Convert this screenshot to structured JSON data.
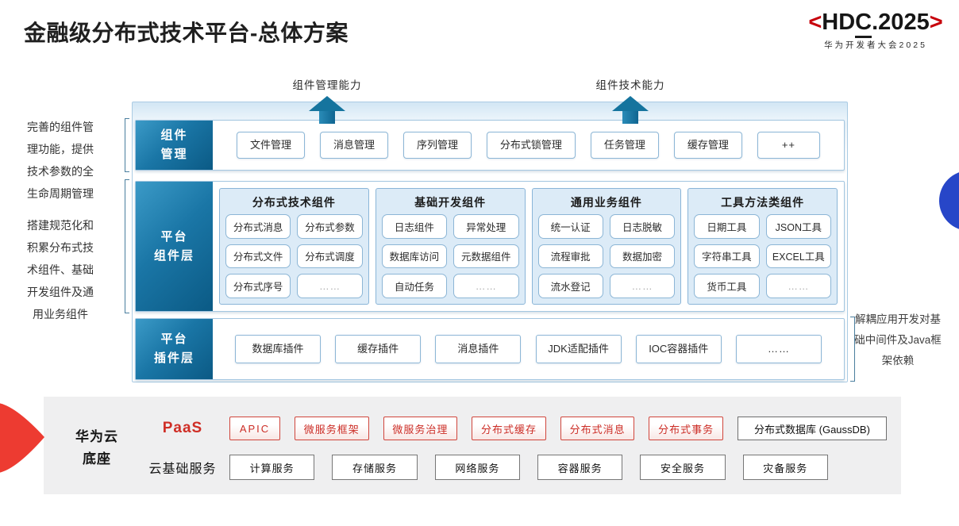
{
  "page": {
    "title": "金融级分布式技术平台-总体方案"
  },
  "logo": {
    "bracket_left": "<",
    "text_pre": "HD",
    "text_c": "C",
    "text_post": ".2025",
    "bracket_right": ">",
    "subtitle": "华为开发者大会2025"
  },
  "arrows": [
    {
      "label": "组件管理能力"
    },
    {
      "label": "组件技术能力"
    }
  ],
  "left_notes": [
    "完善的组件管理功能，提供技术参数的全生命周期管理",
    "搭建规范化和积累分布式技术组件、基础开发组件及通用业务组件"
  ],
  "right_note": "解耦应用开发对基础中间件及Java框架依赖",
  "rows": {
    "component_mgmt": {
      "label_lines": [
        "组件",
        "管理"
      ],
      "chips": [
        "文件管理",
        "消息管理",
        "序列管理",
        "分布式锁管理",
        "任务管理",
        "缓存管理",
        "++"
      ]
    },
    "platform_components": {
      "label_lines": [
        "平台",
        "组件层"
      ],
      "groups": [
        {
          "title": "分布式技术组件",
          "chips": [
            "分布式消息",
            "分布式参数",
            "分布式文件",
            "分布式调度",
            "分布式序号",
            "……"
          ]
        },
        {
          "title": "基础开发组件",
          "chips": [
            "日志组件",
            "异常处理",
            "数据库访问",
            "元数据组件",
            "自动任务",
            "……"
          ]
        },
        {
          "title": "通用业务组件",
          "chips": [
            "统一认证",
            "日志脱敏",
            "流程审批",
            "数据加密",
            "流水登记",
            "……"
          ]
        },
        {
          "title": "工具方法类组件",
          "chips": [
            "日期工具",
            "JSON工具",
            "字符串工具",
            "EXCEL工具",
            "货币工具",
            "……"
          ]
        }
      ]
    },
    "platform_plugins": {
      "label_lines": [
        "平台",
        "插件层"
      ],
      "chips": [
        "数据库插件",
        "缓存插件",
        "消息插件",
        "JDK适配插件",
        "IOC容器插件",
        "……"
      ]
    }
  },
  "foundation": {
    "brand_lines": [
      "华为云",
      "底座"
    ],
    "paas": {
      "label": "PaaS",
      "chips": [
        "APIC",
        "微服务框架",
        "微服务治理",
        "分布式缓存",
        "分布式消息",
        "分布式事务"
      ],
      "neutral_chip": "分布式数据库 (GaussDB)"
    },
    "iaas": {
      "label": "云基础服务",
      "chips": [
        "计算服务",
        "存储服务",
        "网络服务",
        "容器服务",
        "安全服务",
        "灾备服务"
      ]
    }
  },
  "colors": {
    "huawei_red": "#C7000B",
    "teal_arrow": "#15749E",
    "deep_blue_label": "#0B5A85",
    "light_blue_panel": "#DCEBF7",
    "chip_border_blue": "#8CB6D6",
    "paas_red": "#CF2E26",
    "edge_circle_blue": "#2746C8",
    "panel_gray": "#EFEFF0"
  }
}
